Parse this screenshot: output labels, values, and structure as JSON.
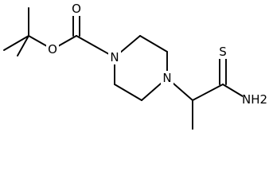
{
  "molecule": {
    "atoms": {
      "o_ether": "O",
      "o_carbonyl": "O",
      "n_piperazine_1": "N",
      "n_piperazine_4": "N",
      "s_thio": "S",
      "n_amide": "NH2"
    }
  }
}
